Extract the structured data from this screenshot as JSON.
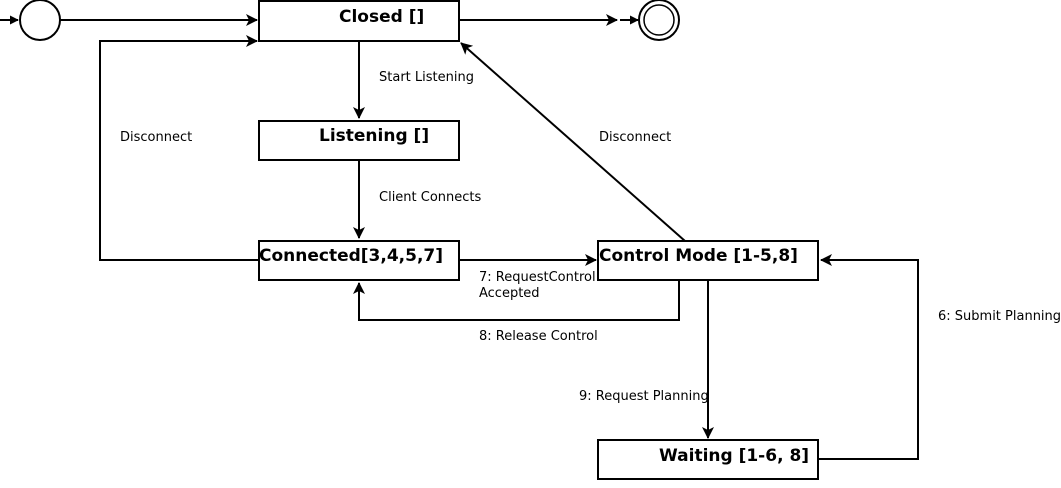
{
  "states": {
    "closed": "Closed []",
    "listening": "Listening []",
    "connected": "Connected[3,4,5,7]",
    "control_mode": "Control Mode [1-5,8]",
    "waiting": "Waiting [1-6, 8]"
  },
  "transitions": {
    "start_listening": "Start Listening",
    "client_connects": "Client Connects",
    "disconnect_left": "Disconnect",
    "disconnect_right": "Disconnect",
    "request_control_line1": "7: RequestControl",
    "request_control_line2": "Accepted",
    "release_control": "8: Release Control",
    "request_planning": "9: Request Planning",
    "submit_planning": "6: Submit Planning"
  },
  "colors": {
    "stroke": "#000000",
    "fill": "#ffffff"
  }
}
